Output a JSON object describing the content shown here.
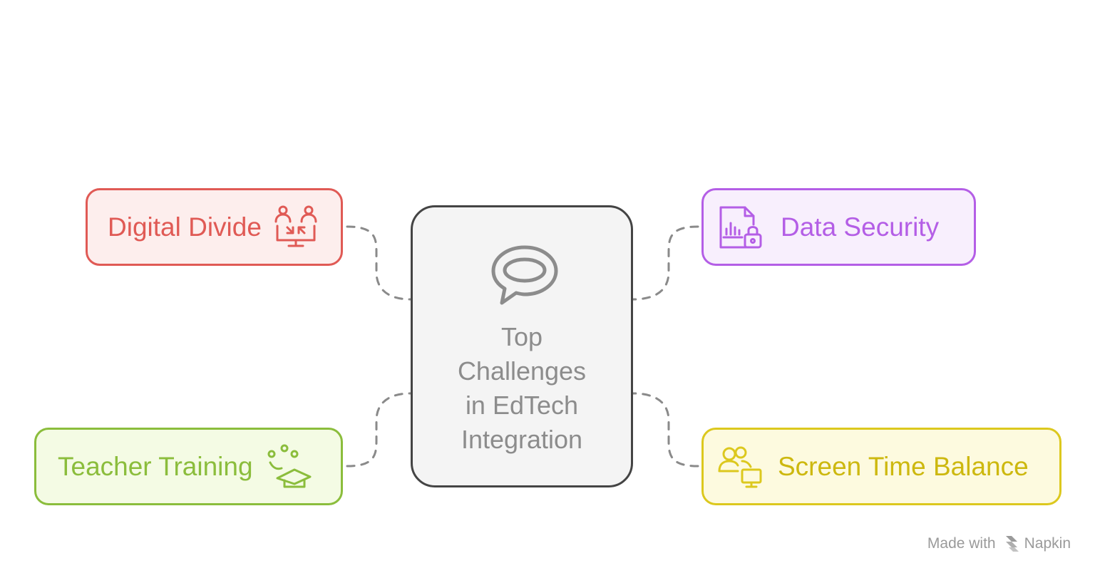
{
  "center": {
    "title": "Top\nChallenges\nin EdTech\nIntegration",
    "icon": "speech-bubble-icon",
    "color": "#8c8c8c"
  },
  "nodes": [
    {
      "label": "Digital Divide",
      "icon": "people-exchange-icon",
      "color": "#e05a55"
    },
    {
      "label": "Data Security",
      "icon": "chart-lock-icon",
      "color": "#b45ee6"
    },
    {
      "label": "Teacher Training",
      "icon": "graduation-cap-icon",
      "color": "#8bbd3c"
    },
    {
      "label": "Screen Time Balance",
      "icon": "users-monitor-icon",
      "color": "#cdb80f"
    }
  ],
  "footer": {
    "made_with": "Made with",
    "brand": "Napkin",
    "icon": "napkin-logo-icon"
  }
}
